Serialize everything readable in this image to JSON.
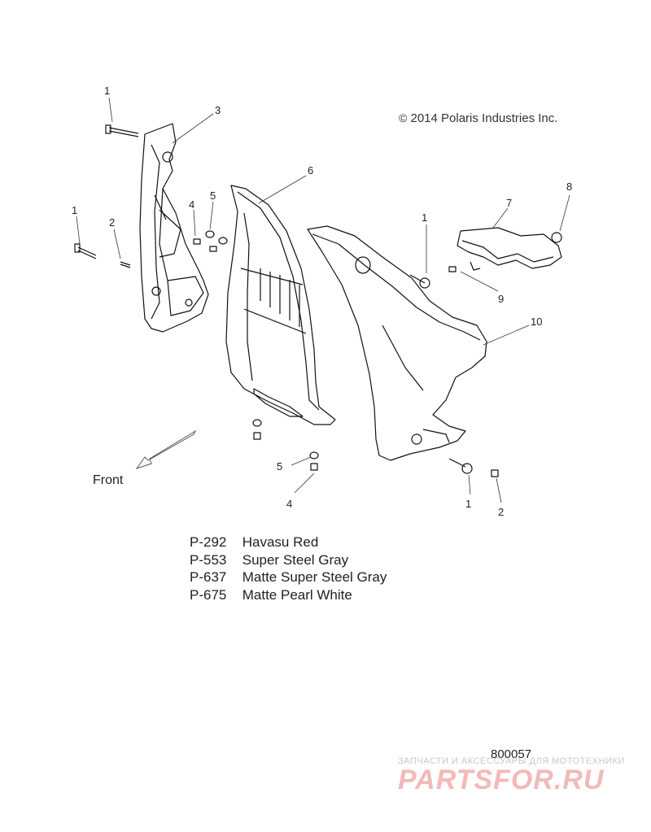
{
  "copyright": {
    "symbol": "©",
    "text": "2014 Polaris Industries Inc."
  },
  "diagram_id": "800057",
  "front_label": "Front",
  "callouts": [
    "1",
    "3",
    "1",
    "2",
    "4",
    "5",
    "6",
    "7",
    "8",
    "1",
    "9",
    "10",
    "5",
    "4",
    "1",
    "2"
  ],
  "colors": [
    {
      "code": "P-292",
      "name": "Havasu Red"
    },
    {
      "code": "P-553",
      "name": "Super Steel Gray"
    },
    {
      "code": "P-637",
      "name": "Matte Super Steel Gray"
    },
    {
      "code": "P-675",
      "name": "Matte Pearl White"
    }
  ],
  "watermark": {
    "tagline": "ЗАПЧАСТИ И АКСЕССУАРЫ ДЛЯ МОТОТЕХНИКИ",
    "logo": "PARTSFOR.RU"
  }
}
